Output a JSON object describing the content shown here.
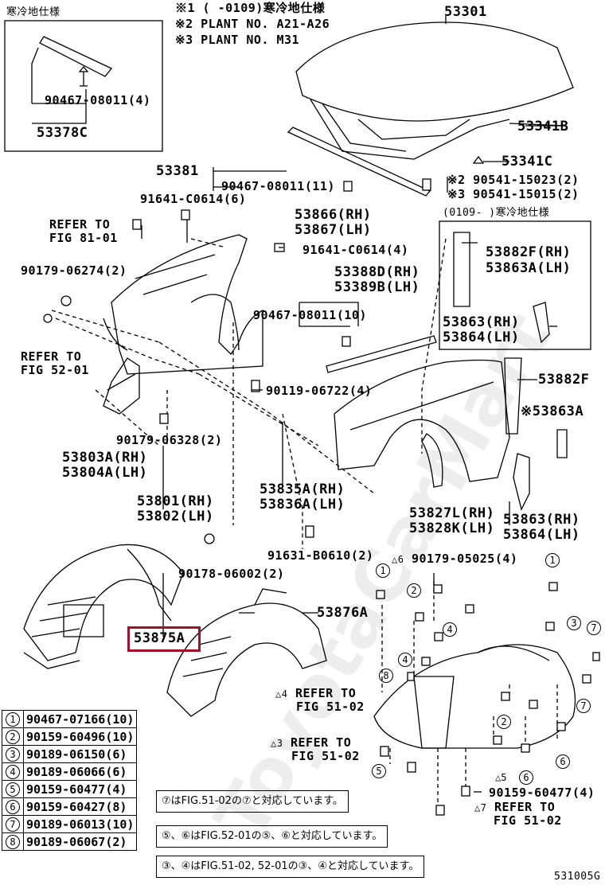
{
  "header": {
    "note1": "※1 (    -0109)寒冷地仕様",
    "note2": "※2 PLANT NO.  A21-A26",
    "note3": "※3 PLANT NO.  M31"
  },
  "inset_cold": {
    "title": "寒冷地仕様",
    "part_a": "90467-08011(4)",
    "part_b": "53378C"
  },
  "inset_0109": {
    "title": "(0109-    )寒冷地仕様",
    "part_a": "53882F(RH)",
    "part_b": "53863A(LH)",
    "part_c": "53863(RH)",
    "part_d": "53864(LH)"
  },
  "labels": {
    "p53301": "53301",
    "p53341b": "53341B",
    "p53341c": "53341C",
    "p90541a": "※2 90541-15023(2)",
    "p90541b": "※3 90541-15015(2)",
    "p53381": "53381",
    "p90467a": "90467-08011(11)",
    "p91641a": "91641-C0614(6)",
    "refer81a": "REFER TO",
    "refer81b": "FIG 81-01",
    "p53866": "53866(RH)",
    "p53867": "53867(LH)",
    "p91641b": "91641-C0614(4)",
    "p90179a": "90179-06274(2)",
    "p53388d": "53388D(RH)",
    "p53389b": "53389B(LH)",
    "p90467b": "90467-08011(10)",
    "refer52a": "REFER TO",
    "refer52b": "FIG 52-01",
    "p53882f": "53882F",
    "p90119": "90119-06722(4)",
    "p53863a": "※53863A",
    "p90179b": "90179-06328(2)",
    "p53803a": "53803A(RH)",
    "p53804a": "53804A(LH)",
    "p53801": "53801(RH)",
    "p53802": "53802(LH)",
    "p53835a": "53835A(RH)",
    "p53836a": "53836A(LH)",
    "p53827l": "53827L(RH)",
    "p53828k": "53828K(LH)",
    "p53863": "53863(RH)",
    "p53864": "53864(LH)",
    "p91631": "91631-B0610(2)",
    "p90179c": "90179-05025(4)",
    "p90178": "90178-06002(2)",
    "p53876a": "53876A",
    "p53875a": "53875A",
    "refer5102a": "REFER TO",
    "refer5102b": "FIG 51-02",
    "refer5102c": "REFER TO",
    "refer5102d": "FIG 51-02",
    "refer5102e": "REFER TO",
    "refer5102f": "FIG 51-02",
    "p90159": "90159-60477(4)",
    "diagram_code": "531005G"
  },
  "callouts": {
    "n1": "1",
    "n2": "2",
    "n3": "3",
    "n4": "4",
    "n5": "5",
    "n6": "6",
    "n7": "7",
    "n8": "8"
  },
  "legend": [
    {
      "no": "1",
      "part": "90467-07166(10)"
    },
    {
      "no": "2",
      "part": "90159-60496(10)"
    },
    {
      "no": "3",
      "part": "90189-06150(6)"
    },
    {
      "no": "4",
      "part": "90189-06066(6)"
    },
    {
      "no": "5",
      "part": "90159-60477(4)"
    },
    {
      "no": "6",
      "part": "90159-60427(8)"
    },
    {
      "no": "7",
      "part": "90189-06013(10)"
    },
    {
      "no": "8",
      "part": "90189-06067(2)"
    }
  ],
  "notes": {
    "note7": "⑦はFIG.51-02の⑦と対応しています。",
    "note56": "⑤、⑥はFIG.52-01の⑤、⑥と対応しています。",
    "note34": "③、④はFIG.51-02, 52-01の③、④と対応しています。"
  },
  "watermark": "ToyotaCarMart"
}
